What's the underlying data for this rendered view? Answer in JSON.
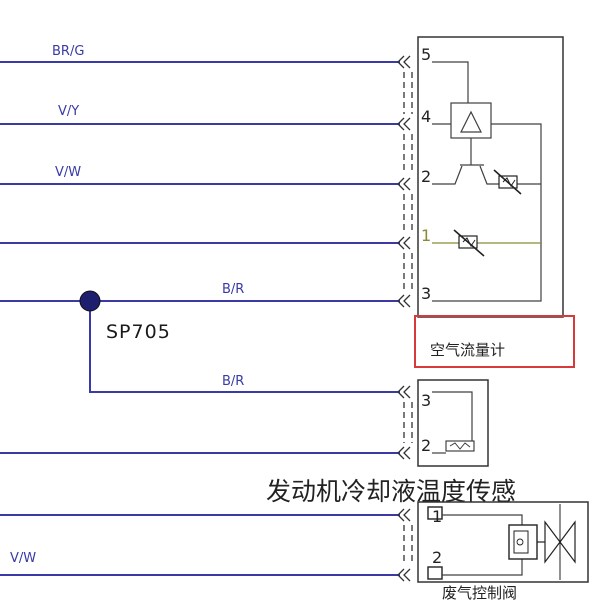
{
  "wires": [
    {
      "label": "BR/G"
    },
    {
      "label": "V/Y"
    },
    {
      "label": "V/W"
    },
    {
      "label": "B/R"
    },
    {
      "label": "B/R"
    },
    {
      "label": "V/W"
    }
  ],
  "splice": {
    "label": "SP705"
  },
  "components": {
    "air_flow_meter": {
      "name": "空气流量计",
      "pins": [
        "5",
        "4",
        "2",
        "1",
        "3"
      ]
    },
    "coolant_temp_sensor": {
      "name": "发动机冷却液温度传感",
      "pins": [
        "3",
        "2"
      ]
    },
    "egr_valve": {
      "name": "废气控制阀",
      "pins": [
        "1",
        "2"
      ]
    }
  },
  "colors": {
    "wire": "#3a3aa6",
    "highlight": "#d63a3a",
    "splice_dot": "#1e1e6e"
  }
}
